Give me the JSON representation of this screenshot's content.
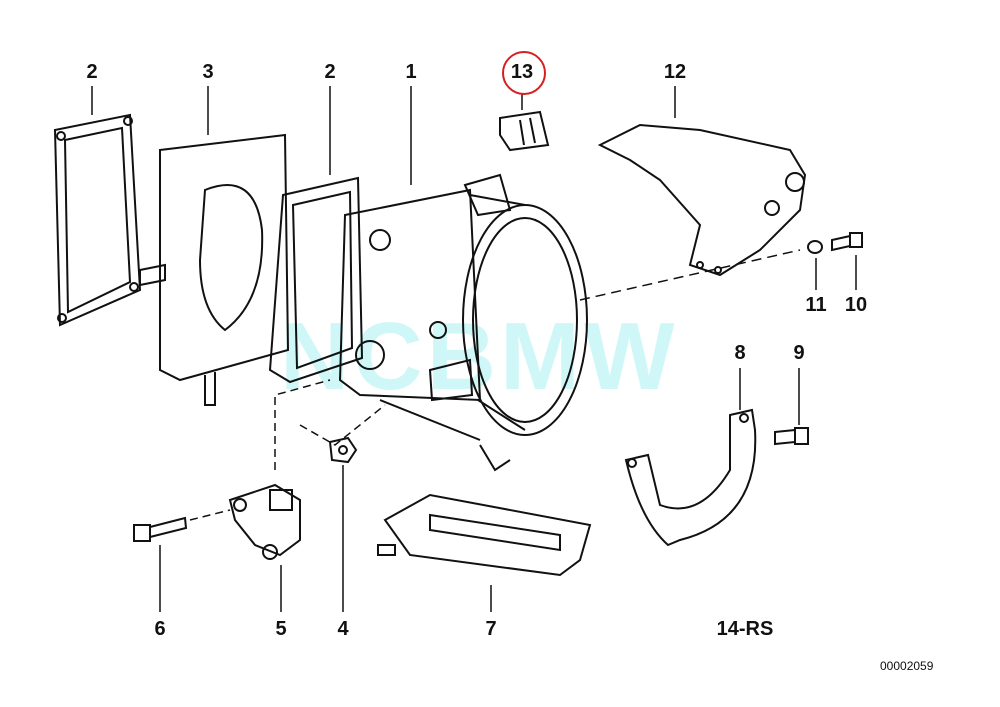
{
  "diagram": {
    "callouts": [
      {
        "id": "gasket-left",
        "label": "2"
      },
      {
        "id": "intermediate-flange",
        "label": "3"
      },
      {
        "id": "gasket-right",
        "label": "2"
      },
      {
        "id": "throttle-housing",
        "label": "1"
      },
      {
        "id": "clip",
        "label": "13",
        "highlighted": true
      },
      {
        "id": "bracket",
        "label": "12"
      },
      {
        "id": "washer",
        "label": "11"
      },
      {
        "id": "bolt-top",
        "label": "10"
      },
      {
        "id": "heat-shield",
        "label": "8"
      },
      {
        "id": "bolt-right",
        "label": "9"
      },
      {
        "id": "screw",
        "label": "6"
      },
      {
        "id": "throttle-sensor",
        "label": "5"
      },
      {
        "id": "nut",
        "label": "4"
      },
      {
        "id": "coolant-tray",
        "label": "7"
      }
    ],
    "group_code": "14-RS",
    "diagram_number": "00002059",
    "watermark": "NCBMW",
    "highlight_color": "#d42020"
  }
}
